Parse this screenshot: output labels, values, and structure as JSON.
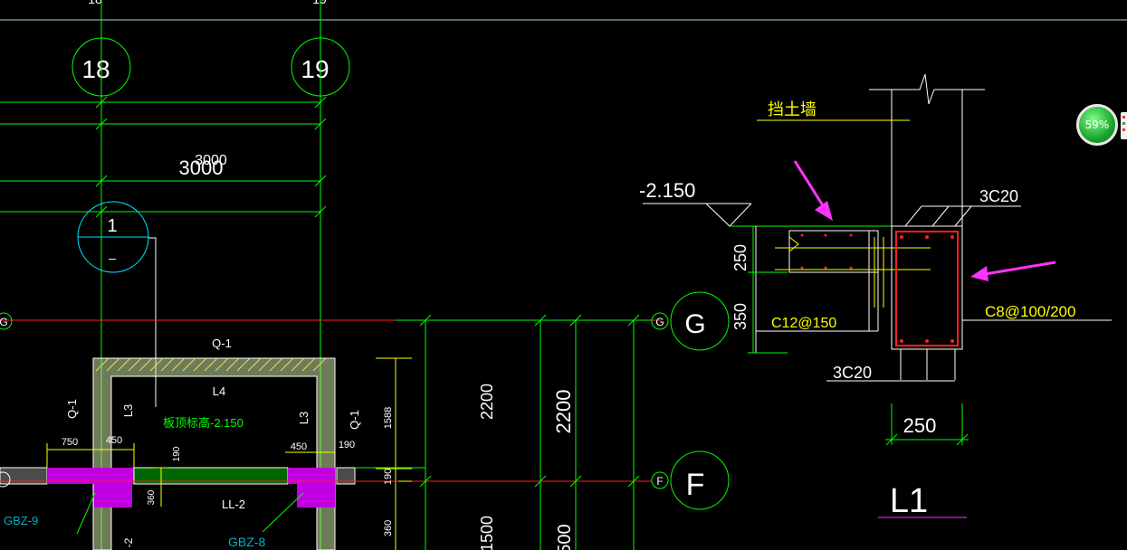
{
  "axes": {
    "top_cut_left": "18",
    "top_cut_right": "19",
    "axis_18": "18",
    "axis_19": "19",
    "axis_G_left": "G",
    "axis_G_small": "G",
    "axis_G_big": "G",
    "axis_F_small": "F",
    "axis_F_big": "F"
  },
  "plan": {
    "dim_3000_a": "3000",
    "dim_3000_b": "3000",
    "section_no": "1",
    "section_dash": "–",
    "q1_top": "Q-1",
    "q1_left": "Q-1",
    "q1_right": "Q-1",
    "l4": "L4",
    "l3_left": "L3",
    "l3_right": "L3",
    "elev_note": "板顶标高-2.150",
    "dim_750": "750",
    "dim_450_left": "450",
    "dim_450_right": "450",
    "dim_190_mid": "190",
    "dim_190_right": "190",
    "dim_360_mid": "360",
    "ll2": "LL-2",
    "gbz9": "GBZ-9",
    "gbz8": "GBZ-8",
    "bottom_partial": "-2",
    "dim_1588": "1588",
    "dim_190_side": "190",
    "dim_360_side": "360",
    "dim_2200_a": "2200",
    "dim_2200_b": "2200",
    "dim_1500": "1500",
    "dim_1500_b": "500"
  },
  "section": {
    "wall_label": "挡土墙",
    "elevation": "-2.150",
    "top_bars": "3C20",
    "dim_250_vert": "250",
    "dim_350_vert": "350",
    "slab_bars": "C12@150",
    "stirrups": "C8@100/200",
    "bottom_bars": "3C20",
    "dim_250_horiz": "250",
    "title": "L1"
  },
  "badge": {
    "percent": "59%"
  },
  "colors": {
    "background": "#000000",
    "grid": "#00ff00",
    "wall_hatch": "#c8e0a0",
    "column": "#c000e0",
    "beam": "#006600",
    "rebar": "#ff2020",
    "arrow": "#ff33ff",
    "annotation": "#ffff00"
  }
}
